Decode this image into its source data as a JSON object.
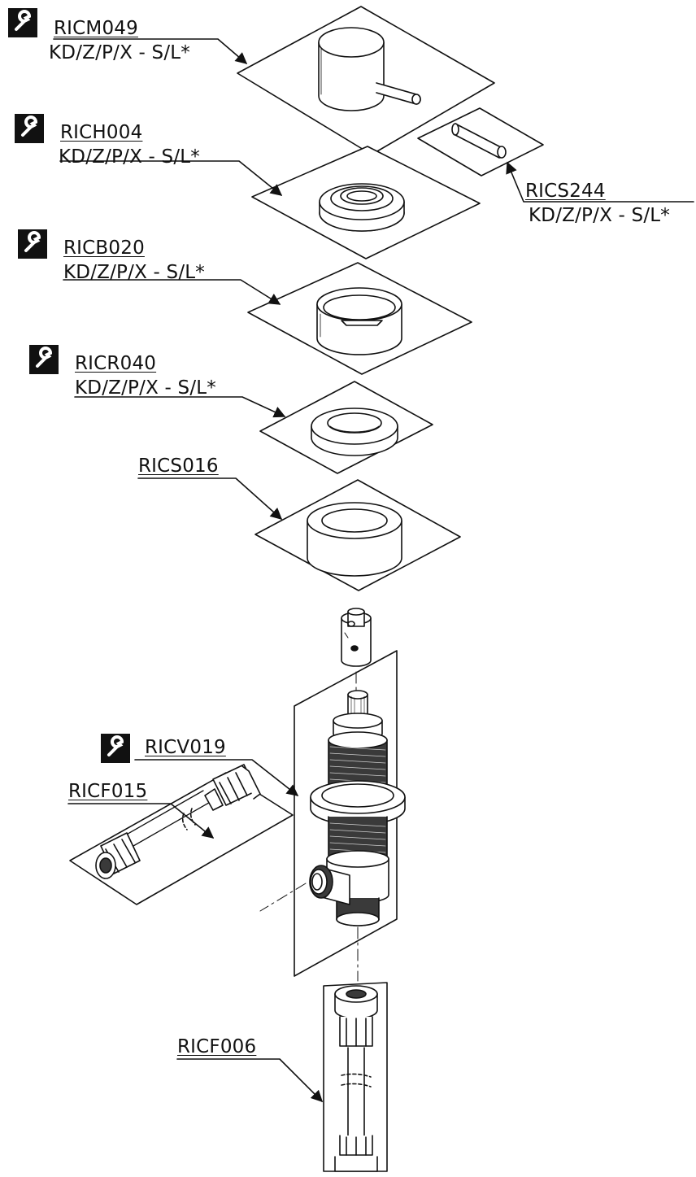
{
  "parts": [
    {
      "id": "handle",
      "code": "RICM049",
      "finish": "KD/Z/P/X - S/L*",
      "wrench": true
    },
    {
      "id": "pin",
      "code": "RICS244",
      "finish": "KD/Z/P/X - S/L*",
      "wrench": false
    },
    {
      "id": "headwork-cover",
      "code": "RICH004",
      "finish": "KD/Z/P/X - S/L*",
      "wrench": true
    },
    {
      "id": "bezel",
      "code": "RICB020",
      "finish": "KD/Z/P/X - S/L*",
      "wrench": true
    },
    {
      "id": "rose",
      "code": "RICR040",
      "finish": "KD/Z/P/X - S/L*",
      "wrench": true
    },
    {
      "id": "sleeve",
      "code": "RICS016",
      "finish": "",
      "wrench": false
    },
    {
      "id": "valve",
      "code": "RICV019",
      "finish": "",
      "wrench": true
    },
    {
      "id": "hose-side",
      "code": "RICF015",
      "finish": "",
      "wrench": false
    },
    {
      "id": "hose-bottom",
      "code": "RICF006",
      "finish": "",
      "wrench": false
    }
  ],
  "icons": {
    "service": "wrench-icon"
  },
  "colors": {
    "ink": "#111111",
    "paper": "#ffffff",
    "shade": "#d8d8d8"
  }
}
